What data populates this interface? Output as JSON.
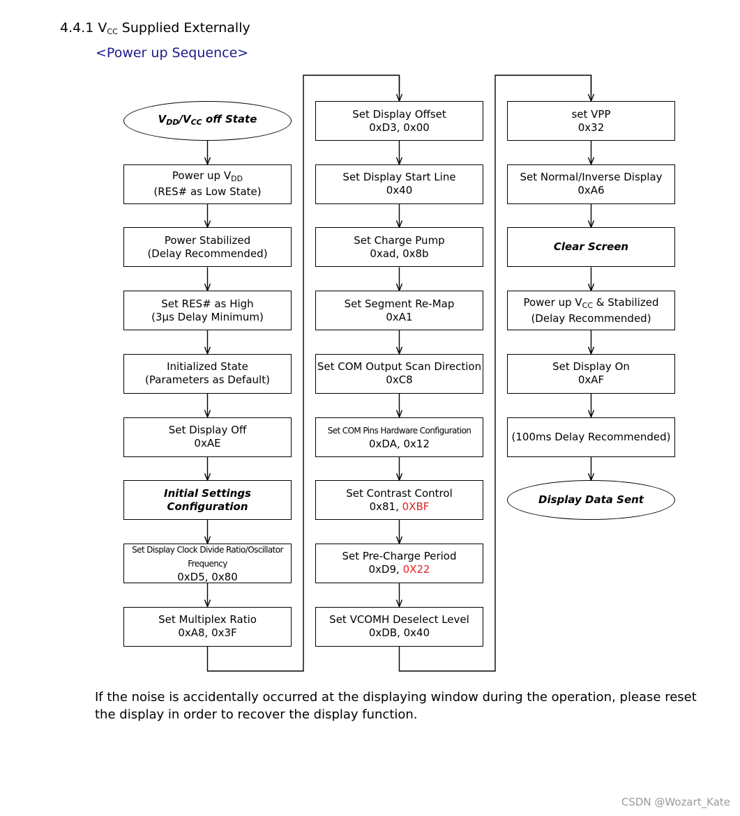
{
  "heading": {
    "prefix": "4.4.1 V",
    "sub": "CC",
    "suffix": " Supplied Externally"
  },
  "subheading": "<Power up Sequence>",
  "columns": [
    [
      {
        "shape": "ellipse",
        "style": "bold",
        "lines": [
          [
            {
              "t": "V"
            },
            {
              "sub": "DD"
            },
            {
              "t": "/V"
            },
            {
              "sub": "CC"
            },
            {
              "t": " off State"
            }
          ]
        ]
      },
      {
        "lines": [
          [
            {
              "t": "Power up V"
            },
            {
              "sub": "DD"
            }
          ],
          [
            {
              "t": "(RES# as Low State)"
            }
          ]
        ]
      },
      {
        "lines": [
          [
            {
              "t": "Power Stabilized"
            }
          ],
          [
            {
              "t": "(Delay Recommended)"
            }
          ]
        ]
      },
      {
        "lines": [
          [
            {
              "t": "Set RES# as High"
            }
          ],
          [
            {
              "t": "(3μs Delay Minimum)"
            }
          ]
        ]
      },
      {
        "lines": [
          [
            {
              "t": "Initialized State"
            }
          ],
          [
            {
              "t": "(Parameters as Default)"
            }
          ]
        ]
      },
      {
        "lines": [
          [
            {
              "t": "Set Display Off"
            }
          ],
          [
            {
              "t": "0xAE"
            }
          ]
        ]
      },
      {
        "style": "bold",
        "lines": [
          [
            {
              "t": "Initial Settings"
            }
          ],
          [
            {
              "t": "Configuration"
            }
          ]
        ]
      },
      {
        "lines": [
          [
            {
              "small": "Set Display Clock Divide Ratio/Oscillator Frequency"
            }
          ],
          [
            {
              "t": "0xD5, 0x80"
            }
          ]
        ]
      },
      {
        "lines": [
          [
            {
              "t": "Set Multiplex Ratio"
            }
          ],
          [
            {
              "t": "0xA8, 0x3F"
            }
          ]
        ]
      }
    ],
    [
      {
        "lines": [
          [
            {
              "t": "Set Display Offset"
            }
          ],
          [
            {
              "t": "0xD3, 0x00"
            }
          ]
        ]
      },
      {
        "lines": [
          [
            {
              "t": "Set Display Start Line"
            }
          ],
          [
            {
              "t": "0x40"
            }
          ]
        ]
      },
      {
        "lines": [
          [
            {
              "t": "Set Charge Pump"
            }
          ],
          [
            {
              "t": "0xad, 0x8b"
            }
          ]
        ]
      },
      {
        "lines": [
          [
            {
              "t": "Set Segment Re-Map"
            }
          ],
          [
            {
              "t": "0xA1"
            }
          ]
        ]
      },
      {
        "lines": [
          [
            {
              "t": "Set COM Output Scan Direction"
            }
          ],
          [
            {
              "t": "0xC8"
            }
          ]
        ]
      },
      {
        "lines": [
          [
            {
              "small": "Set COM Pins Hardware Configuration"
            }
          ],
          [
            {
              "t": "0xDA, 0x12"
            }
          ]
        ]
      },
      {
        "lines": [
          [
            {
              "t": "Set Contrast Control"
            }
          ],
          [
            {
              "t": "0x81, "
            },
            {
              "red": "0XBF"
            }
          ]
        ]
      },
      {
        "lines": [
          [
            {
              "t": "Set Pre-Charge Period"
            }
          ],
          [
            {
              "t": "0xD9, "
            },
            {
              "red": "0X22"
            }
          ]
        ]
      },
      {
        "lines": [
          [
            {
              "t": "Set VCOMH Deselect Level"
            }
          ],
          [
            {
              "t": "0xDB, 0x40"
            }
          ]
        ]
      }
    ],
    [
      {
        "lines": [
          [
            {
              "t": "set VPP"
            }
          ],
          [
            {
              "t": "0x32"
            }
          ]
        ]
      },
      {
        "lines": [
          [
            {
              "t": "Set Normal/Inverse Display"
            }
          ],
          [
            {
              "t": "0xA6"
            }
          ]
        ]
      },
      {
        "style": "bold",
        "lines": [
          [
            {
              "t": "Clear Screen"
            }
          ]
        ]
      },
      {
        "lines": [
          [
            {
              "t": "Power up V"
            },
            {
              "sub": "CC"
            },
            {
              "t": " & Stabilized"
            }
          ],
          [
            {
              "t": "(Delay Recommended)"
            }
          ]
        ]
      },
      {
        "lines": [
          [
            {
              "t": "Set Display On"
            }
          ],
          [
            {
              "t": "0xAF"
            }
          ]
        ]
      },
      {
        "lines": [
          [
            {
              "t": "(100ms Delay Recommended)"
            }
          ]
        ]
      },
      {
        "shape": "ellipse",
        "style": "bold",
        "lines": [
          [
            {
              "t": "Display Data Sent"
            }
          ]
        ]
      }
    ]
  ],
  "note": "If the noise is accidentally occurred at the displaying window during the operation, please reset the display in order to recover the display function.",
  "watermark": "CSDN @Wozart_Kate",
  "colors": {
    "highlight": "#e02020",
    "subheading": "#1a1a8c"
  }
}
